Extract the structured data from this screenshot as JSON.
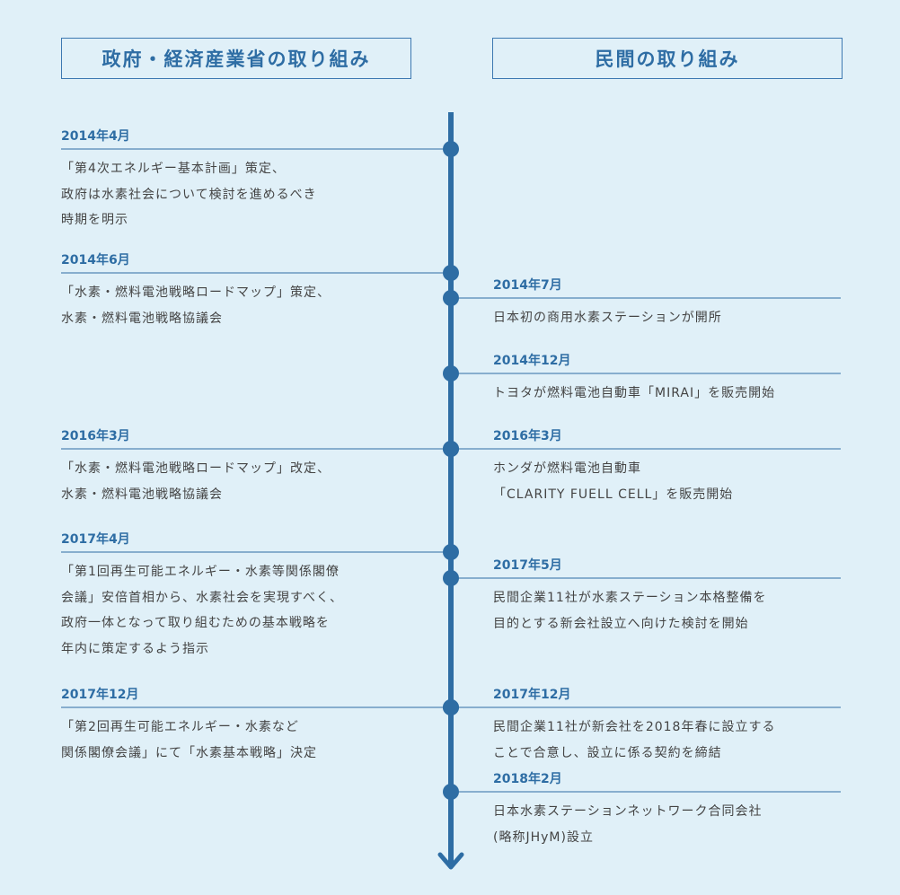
{
  "headers": {
    "government": "政府・経済産業省の取り組み",
    "private": "民間の取り組み"
  },
  "colors": {
    "background": "#e0f0f8",
    "accent": "#2e6da4",
    "text": "#444444"
  },
  "left_events": [
    {
      "date": "2014年4月",
      "lines": [
        "「第4次エネルギー基本計画」策定、",
        "政府は水素社会について検討を進めるべき",
        "時期を明示"
      ]
    },
    {
      "date": "2014年6月",
      "lines": [
        "「水素・燃料電池戦略ロードマップ」策定、",
        "水素・燃料電池戦略協議会"
      ]
    },
    {
      "date": "2016年3月",
      "lines": [
        "「水素・燃料電池戦略ロードマップ」改定、",
        "水素・燃料電池戦略協議会"
      ]
    },
    {
      "date": "2017年4月",
      "lines": [
        "「第1回再生可能エネルギー・水素等関係閣僚",
        "会議」安倍首相から、水素社会を実現すべく、",
        "政府一体となって取り組むための基本戦略を",
        "年内に策定するよう指示"
      ]
    },
    {
      "date": "2017年12月",
      "lines": [
        "「第2回再生可能エネルギー・水素など",
        "関係閣僚会議」にて「水素基本戦略」決定"
      ]
    }
  ],
  "right_events": [
    {
      "date": "2014年7月",
      "lines": [
        "日本初の商用水素ステーションが開所"
      ]
    },
    {
      "date": "2014年12月",
      "lines": [
        "トヨタが燃料電池自動車「MIRAI」を販売開始"
      ]
    },
    {
      "date": "2016年3月",
      "lines": [
        "ホンダが燃料電池自動車",
        "「CLARITY FUELL CELL」を販売開始"
      ]
    },
    {
      "date": "2017年5月",
      "lines": [
        "民間企業11社が水素ステーション本格整備を",
        "目的とする新会社設立へ向けた検討を開始"
      ]
    },
    {
      "date": "2017年12月",
      "lines": [
        "民間企業11社が新会社を2018年春に設立する",
        "ことで合意し、設立に係る契約を締結"
      ]
    },
    {
      "date": "2018年2月",
      "lines": [
        "日本水素ステーションネットワーク合同会社",
        "(略称JHyM)設立"
      ]
    }
  ]
}
